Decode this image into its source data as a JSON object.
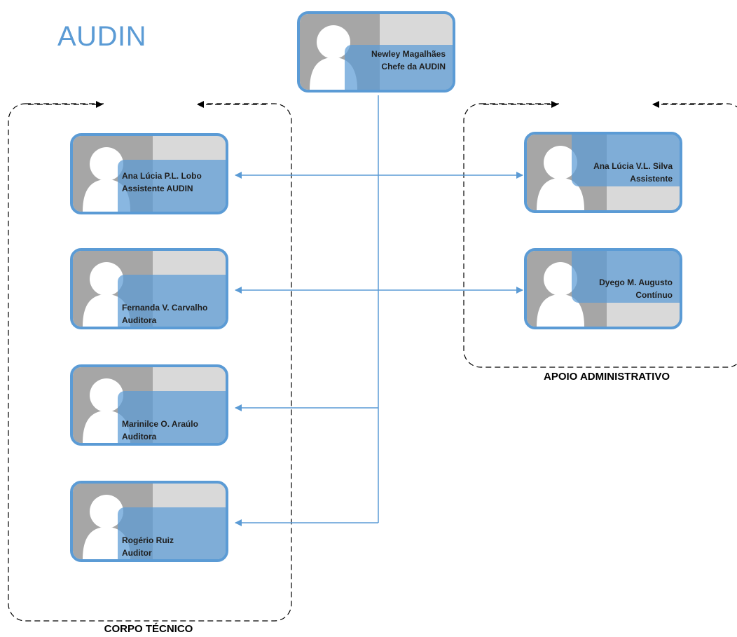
{
  "title": "AUDIN",
  "groups": {
    "corpo_tecnico": "CORPO TÉCNICO",
    "apoio_administrativo": "APOIO ADMINISTRATIVO"
  },
  "head": {
    "name": "Newley Magalhães",
    "role": "Chefe da AUDIN"
  },
  "corpo_tecnico": [
    {
      "name": "Ana Lúcia P.L. Lobo",
      "role": "Assistente AUDIN"
    },
    {
      "name": "Fernanda V. Carvalho",
      "role": "Auditora"
    },
    {
      "name": "Marinilce O. Araúlo",
      "role": "Auditora"
    },
    {
      "name": "Rogério Ruiz",
      "role": "Auditor"
    }
  ],
  "apoio_administrativo": [
    {
      "name": "Ana Lúcia V.L. Silva",
      "role": "Assistente"
    },
    {
      "name": "Dyego M. Augusto",
      "role": "Contínuo"
    }
  ],
  "colors": {
    "accent": "#5b9bd5",
    "card_bg": "#d9d9d9",
    "photo_bg": "#a6a6a6",
    "connector": "#5b9bd5",
    "dashed": "#000000"
  }
}
